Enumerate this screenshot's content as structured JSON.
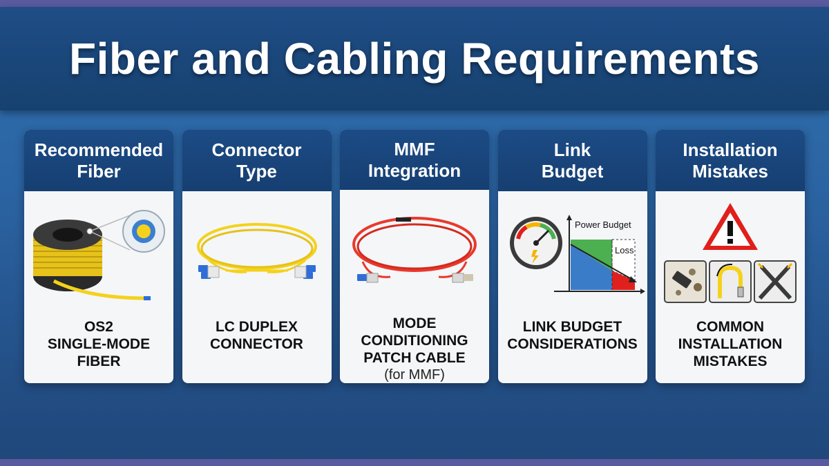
{
  "title": "Fiber and Cabling Requirements",
  "colors": {
    "background": "#2b64a3",
    "header": "#1c4b85",
    "card": "#f4f6f8",
    "fiber_yellow": "#f4d21c",
    "patch_red": "#e8392c",
    "connector_blue": "#2f6ed8",
    "warning_red": "#e0201c",
    "gauge_green": "#4caf50",
    "budget_blue": "#3a7cc8"
  },
  "cards": [
    {
      "header": "Recommended\nFiber",
      "caption": "OS2\nSINGLE-MODE\nFIBER",
      "caption_sub": "",
      "icon": "fiber-spool-icon"
    },
    {
      "header": "Connector\nType",
      "caption": "LC DUPLEX\nCONNECTOR",
      "caption_sub": "",
      "icon": "lc-duplex-cable-icon"
    },
    {
      "header": "MMF\nIntegration",
      "caption": "MODE CONDITIONING\nPATCH CABLE",
      "caption_sub": "(for MMF)",
      "icon": "mode-conditioning-cable-icon"
    },
    {
      "header": "Link\nBudget",
      "caption": "LINK BUDGET\nCONSIDERATIONS",
      "caption_sub": "",
      "icon": "power-gauge-chart-icon",
      "chart_labels": {
        "power_budget": "Power Budget",
        "loss": "Loss"
      }
    },
    {
      "header": "Installation\nMistakes",
      "caption": "COMMON\nINSTALLATION\nMISTAKES",
      "caption_sub": "",
      "icon": "warning-triangle-icon"
    }
  ]
}
